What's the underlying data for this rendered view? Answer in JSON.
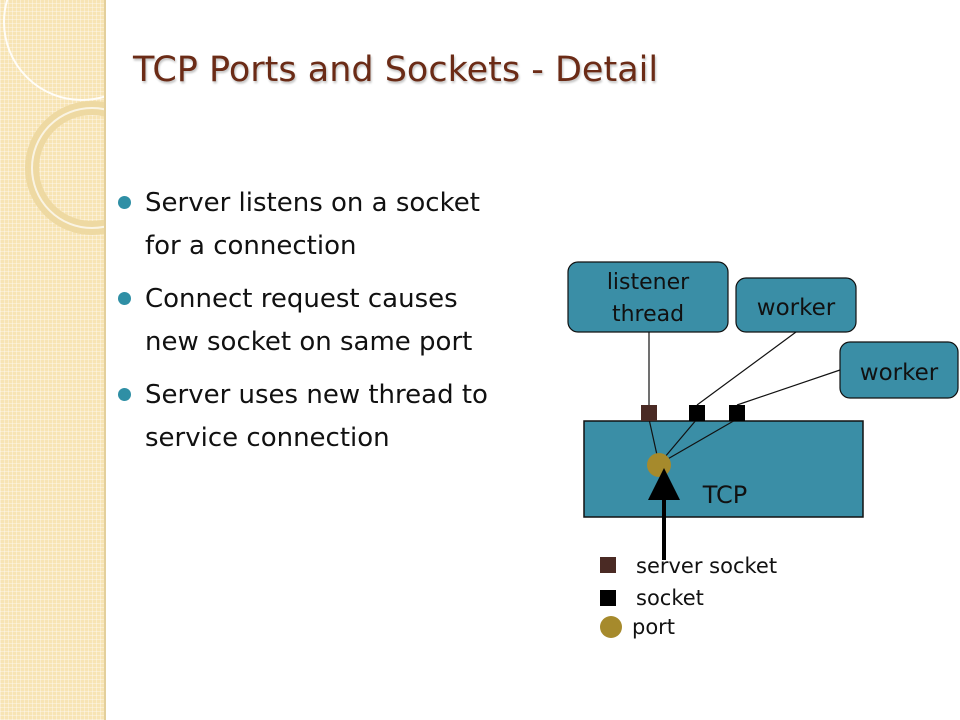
{
  "slide": {
    "title": "TCP Ports and Sockets - Detail",
    "bullets": [
      {
        "text": "Server listens on a socket for a connection"
      },
      {
        "text": "Connect request causes new socket on same port"
      },
      {
        "text": "Server uses new thread to service connection"
      }
    ]
  },
  "diagram": {
    "listener_line1": "listener",
    "listener_line2": "thread",
    "worker1": "worker",
    "worker2": "worker",
    "tcp": "TCP",
    "legend": {
      "server_socket": "server socket",
      "socket": "socket",
      "port": "port"
    }
  },
  "colors": {
    "title": "#6b2b16",
    "bullet": "#2f8fa5",
    "box_fill": "#3a8ea6",
    "server_socket": "#4a2a24",
    "socket": "#000000",
    "port": "#a68a2c",
    "side_panel": "#f7e4b4"
  }
}
